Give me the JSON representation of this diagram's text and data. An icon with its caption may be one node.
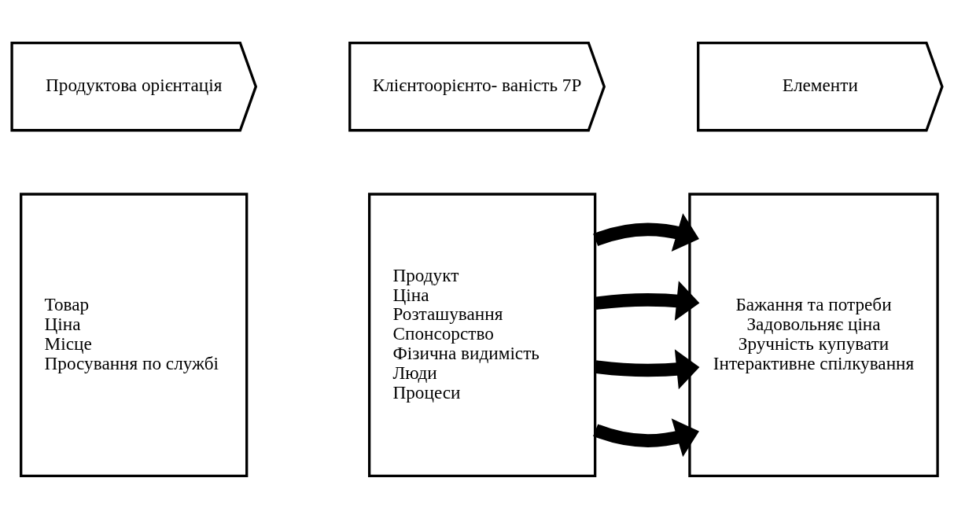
{
  "diagram": {
    "nodes": [
      {
        "text": [
          "Продуктова орієнтація"
        ]
      },
      {
        "text": [
          "Клієнтоорієнто- ваність 7P"
        ]
      },
      {
        "text": [
          "Елементи"
        ]
      },
      {
        "text": [
          "Товар",
          "Ціна",
          "Місце",
          "Просування по службі"
        ]
      },
      {
        "text": [
          "Продукт",
          "Ціна",
          "Розташування",
          "Спонсорство",
          "Фізична видимість",
          "Люди",
          "Процеси"
        ]
      },
      {
        "text": [
          "Бажання та потреби",
          "Задовольняє ціна",
          "Зручність купувати",
          "Інтерактивне спілкування"
        ]
      }
    ],
    "edges": [
      {
        "from": 4,
        "to": 5,
        "arrow": "to"
      },
      {
        "from": 4,
        "to": 5,
        "arrow": "to"
      },
      {
        "from": 4,
        "to": 5,
        "arrow": "to"
      },
      {
        "from": 4,
        "to": 5,
        "arrow": "to"
      }
    ]
  }
}
